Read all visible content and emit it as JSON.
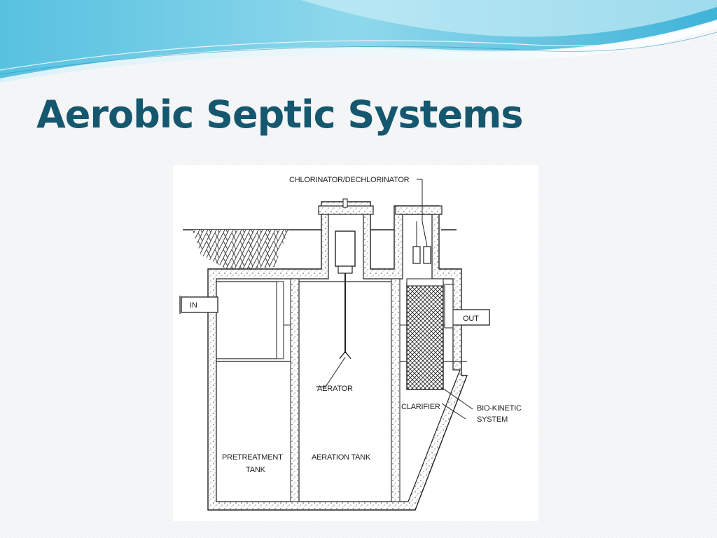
{
  "slide": {
    "title": "Aerobic Septic Systems"
  },
  "diagram": {
    "labels": {
      "chlorinator": "CHLORINATOR/DECHLORINATOR",
      "inlet": "IN",
      "outlet": "OUT",
      "aerator": "AERATOR",
      "clarifier": "CLARIFIER",
      "biokinetic_line1": "BIO-KINETIC",
      "biokinetic_line2": "SYSTEM",
      "pretreatment_line1": "PRETREATMENT",
      "pretreatment_line2": "TANK",
      "aeration_tank": "AERATION TANK"
    }
  },
  "theme": {
    "title_color": "#14576e",
    "swoosh_dark": "#2aa6c9",
    "swoosh_light": "#bfe9f3"
  }
}
